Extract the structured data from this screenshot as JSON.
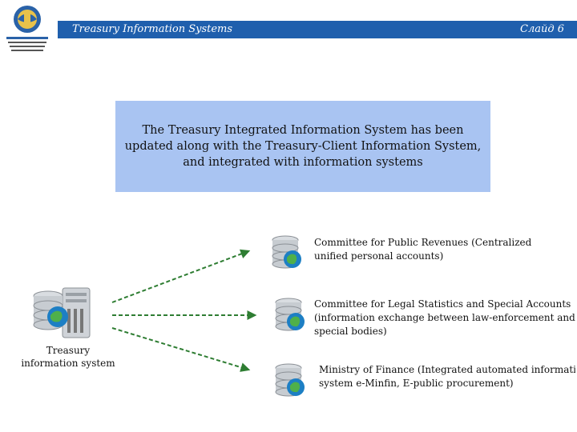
{
  "header": {
    "title": "Treasury Information Systems",
    "slide": "Слайд 6"
  },
  "callout": {
    "text": "The Treasury Integrated Information System has been updated along with the Treasury-Client Information System, and integrated with information systems"
  },
  "source": {
    "label_line1": "Treasury",
    "label_line2": "information system"
  },
  "targets": [
    {
      "line1": "Committee for Public Revenues (Centralized",
      "line2": "unified personal accounts)",
      "line3": ""
    },
    {
      "line1": "Committee for Legal Statistics and Special Accounts",
      "line2": "(information exchange between law-enforcement and",
      "line3": "special bodies)"
    },
    {
      "line1": "Ministry of Finance (Integrated automated information",
      "line2": "system e-Minfin, E-public procurement)",
      "line3": ""
    }
  ],
  "colors": {
    "header": "#1f5fad",
    "callout": "#a9c4f2",
    "arrow": "#2e7d32"
  }
}
